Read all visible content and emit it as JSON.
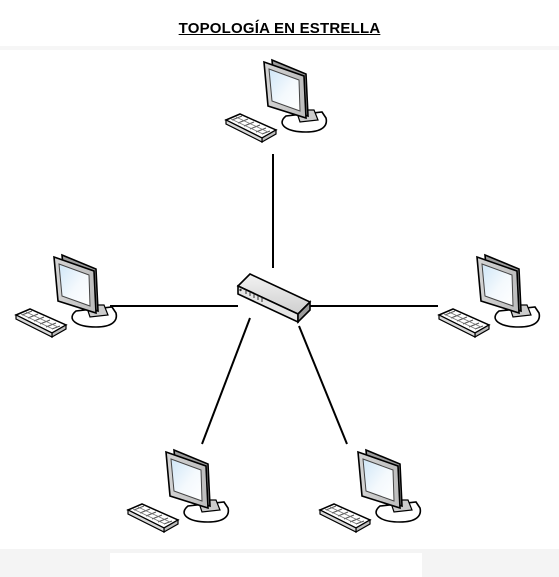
{
  "diagram": {
    "title": "TOPOLOGÍA EN ESTRELLA",
    "hub": {
      "icon": "network-switch-icon"
    },
    "nodes": [
      {
        "id": "pc-top",
        "icon": "desktop-computer-icon"
      },
      {
        "id": "pc-left",
        "icon": "desktop-computer-icon"
      },
      {
        "id": "pc-right",
        "icon": "desktop-computer-icon"
      },
      {
        "id": "pc-bottom-left",
        "icon": "desktop-computer-icon"
      },
      {
        "id": "pc-bottom-right",
        "icon": "desktop-computer-icon"
      }
    ],
    "links": [
      {
        "from": "switch",
        "to": "pc-top"
      },
      {
        "from": "switch",
        "to": "pc-left"
      },
      {
        "from": "switch",
        "to": "pc-right"
      },
      {
        "from": "switch",
        "to": "pc-bottom-left"
      },
      {
        "from": "switch",
        "to": "pc-bottom-right"
      }
    ]
  }
}
